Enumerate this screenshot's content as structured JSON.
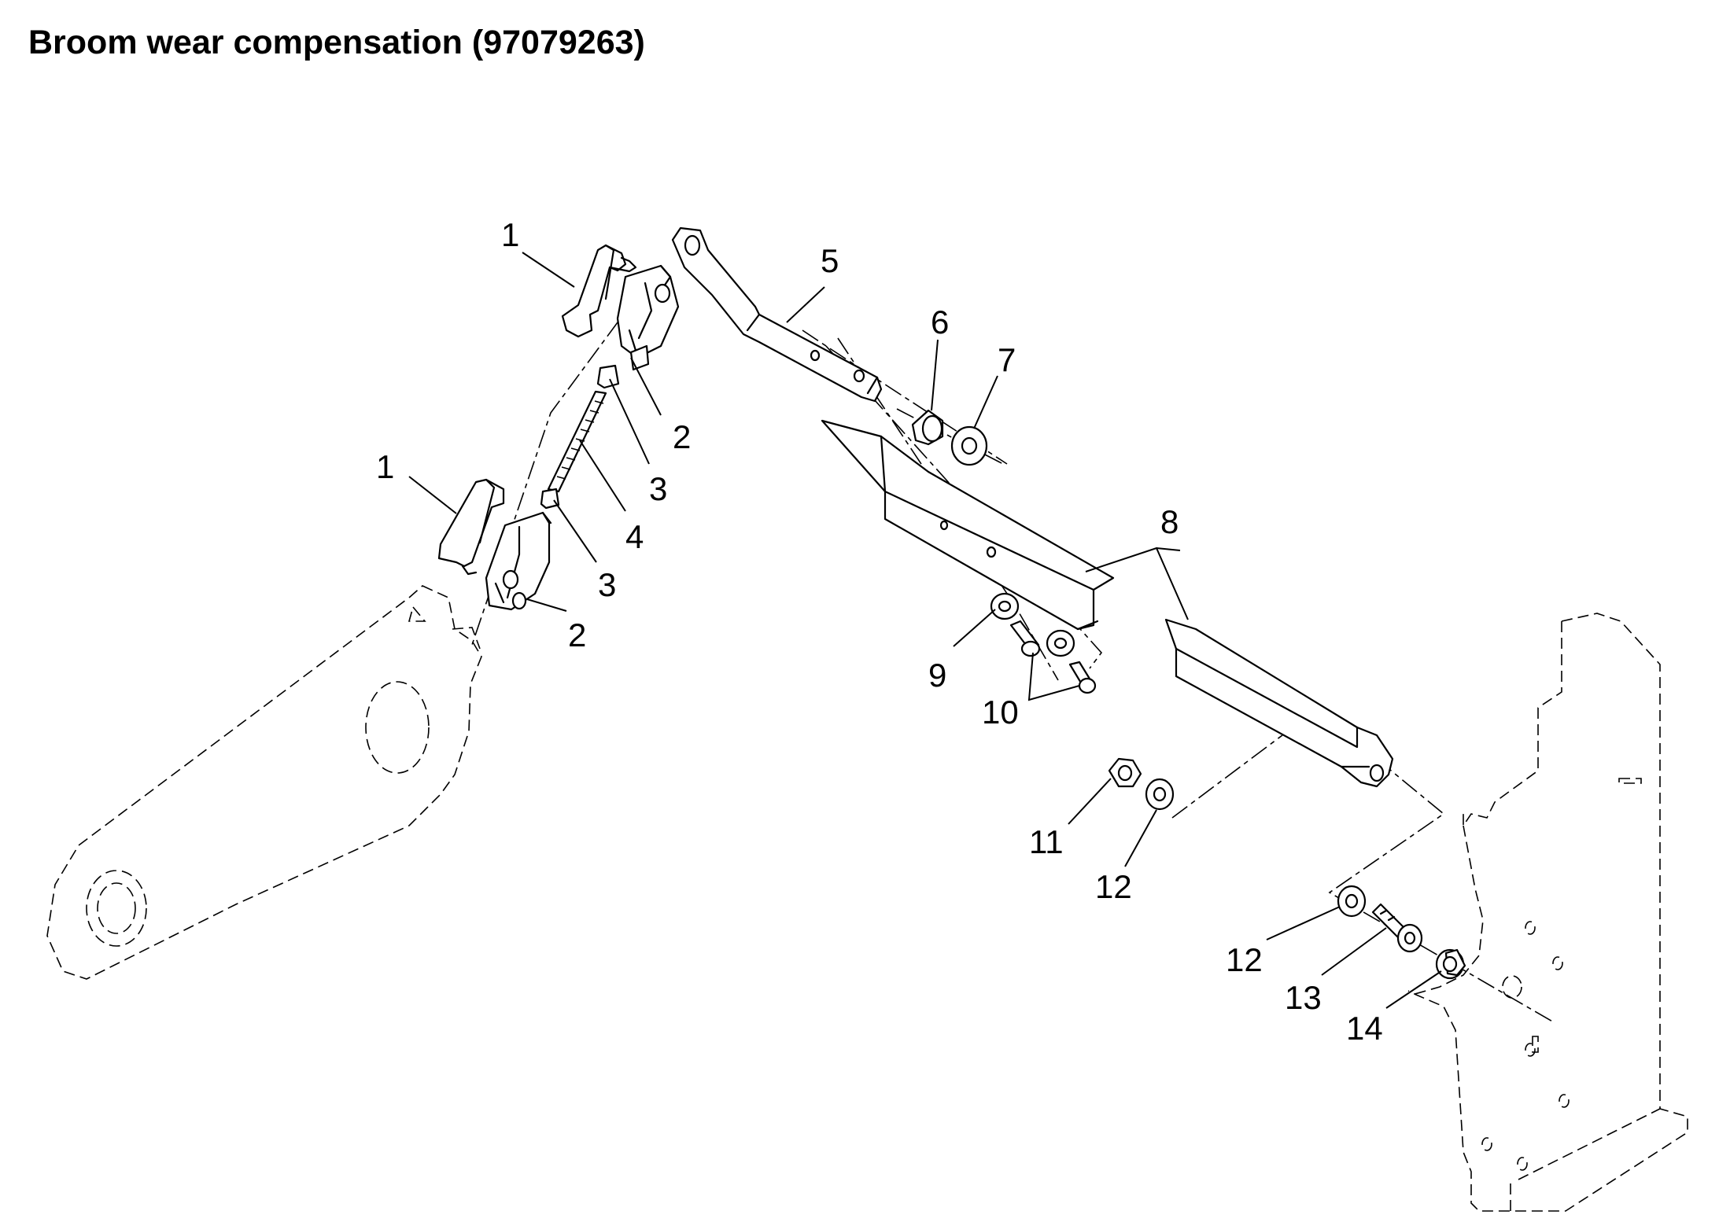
{
  "title": "Broom wear compensation (97079263)",
  "callouts": {
    "c1a": "1",
    "c1b": "1",
    "c2a": "2",
    "c2b": "2",
    "c3a": "3",
    "c3b": "3",
    "c4": "4",
    "c5": "5",
    "c6": "6",
    "c7": "7",
    "c8": "8",
    "c9": "9",
    "c10": "10",
    "c11": "11",
    "c12a": "12",
    "c12b": "12",
    "c13": "13",
    "c14": "14"
  }
}
